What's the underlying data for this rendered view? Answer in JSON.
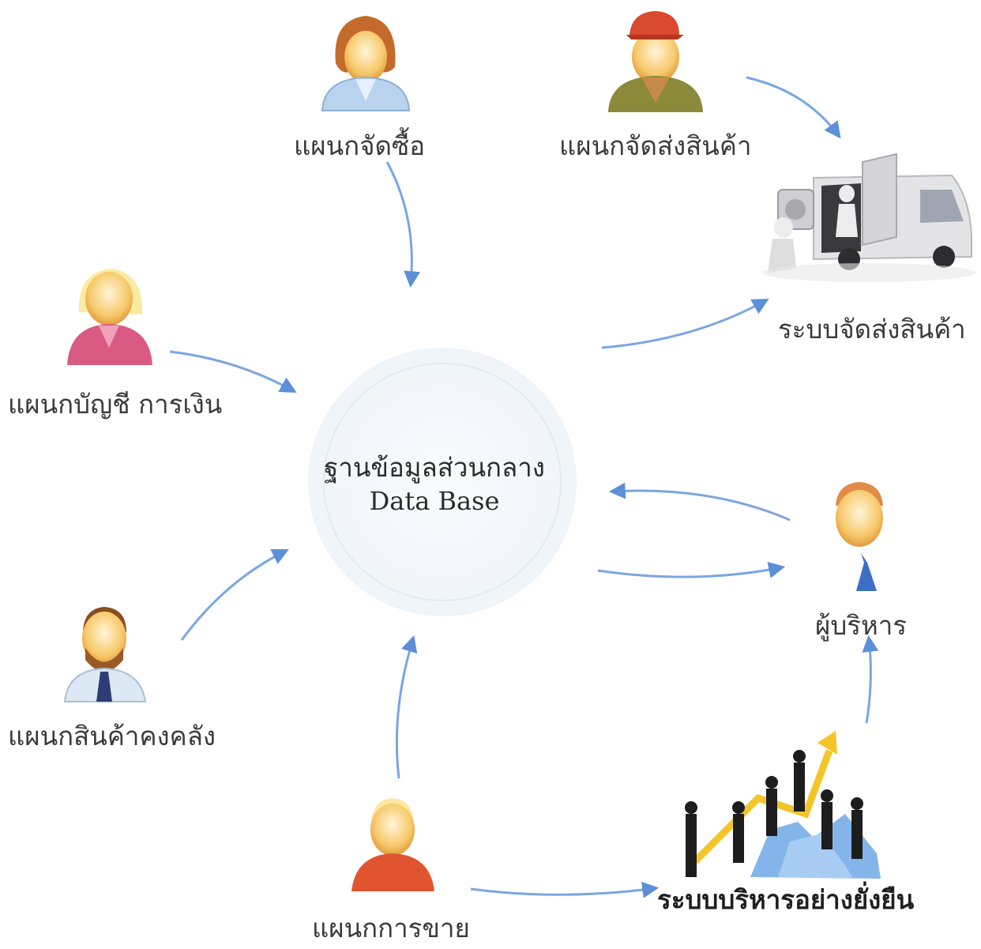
{
  "center": {
    "title": "ฐานข้อมูลส่วนกลาง",
    "subtitle": "Data Base"
  },
  "nodes": {
    "purchasing": "แผนกจัดซื้อ",
    "shipping_dept": "แผนกจัดส่งสินค้า",
    "shipping_system": "ระบบจัดส่งสินค้า",
    "accounting": "แผนกบัญชี การเงิน",
    "executive": "ผู้บริหาร",
    "warehouse": "แผนกสินค้าคงคลัง",
    "sales": "แผนกการขาย",
    "sustainable_mgmt": "ระบบบริหารอย่างยั่งยืน"
  },
  "colors": {
    "arrow": "#6f9fe0",
    "circle": "#dfe9f5"
  }
}
